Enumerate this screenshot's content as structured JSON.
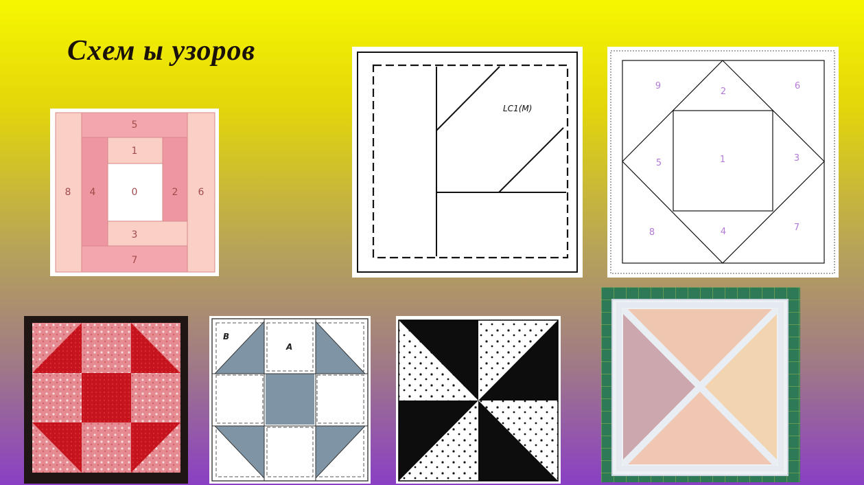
{
  "title": "Схем ы узоров",
  "log_cabin": {
    "labels": [
      "0",
      "1",
      "2",
      "3",
      "4",
      "5",
      "6",
      "7",
      "8"
    ],
    "colors": {
      "center": "#ffffff",
      "light": "#f9cfc6",
      "medium": "#f4a6ae",
      "dark": "#ee96a2"
    }
  },
  "pattern_lc": {
    "label": "LC1(M)"
  },
  "square_in_square": {
    "labels": [
      "9",
      "2",
      "6",
      "5",
      "1",
      "3",
      "8",
      "4",
      "7"
    ],
    "label_color": "#b27ad6"
  },
  "shoofly": {
    "labels": [
      "B",
      "A"
    ]
  },
  "colors": {
    "red": "#c5141d",
    "fabric_pink": "#e58a90",
    "slate": "#7f95a6",
    "mat_green": "#2e7a57"
  }
}
